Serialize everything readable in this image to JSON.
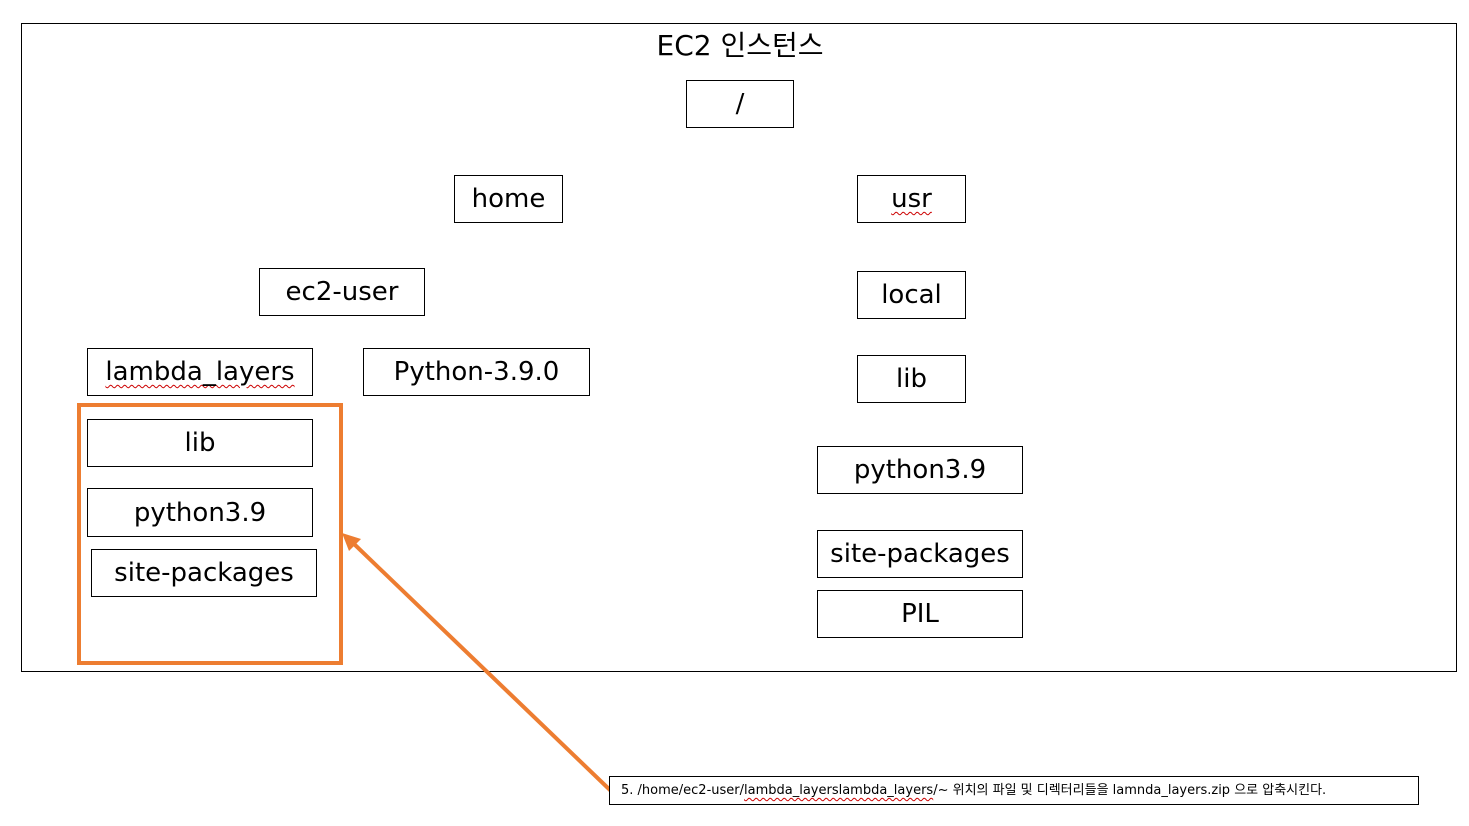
{
  "title": "EC2 인스턴스",
  "nodes": {
    "root": "/",
    "home": "home",
    "usr": "usr",
    "ec2_user": "ec2-user",
    "local": "local",
    "lambda_layers": "lambda_layers",
    "python_src": "Python-3.9.0",
    "usr_lib": "lib",
    "usr_python": "python3.9",
    "usr_site_packages": "site-packages",
    "pil": "PIL",
    "layer_lib": "lib",
    "layer_python": "python3.9",
    "layer_site_packages": "site-packages"
  },
  "note": {
    "prefix": "5. /home/ec2-user/",
    "path_underlined": "lambda_layerslambda_layers",
    "suffix": "/~ 위치의 파일 및 디렉터리들을 lamnda_layers.zip 으로 압축시킨다."
  },
  "colors": {
    "highlight": "#ed7d31",
    "spellcheck_underline": "#cc0000"
  }
}
